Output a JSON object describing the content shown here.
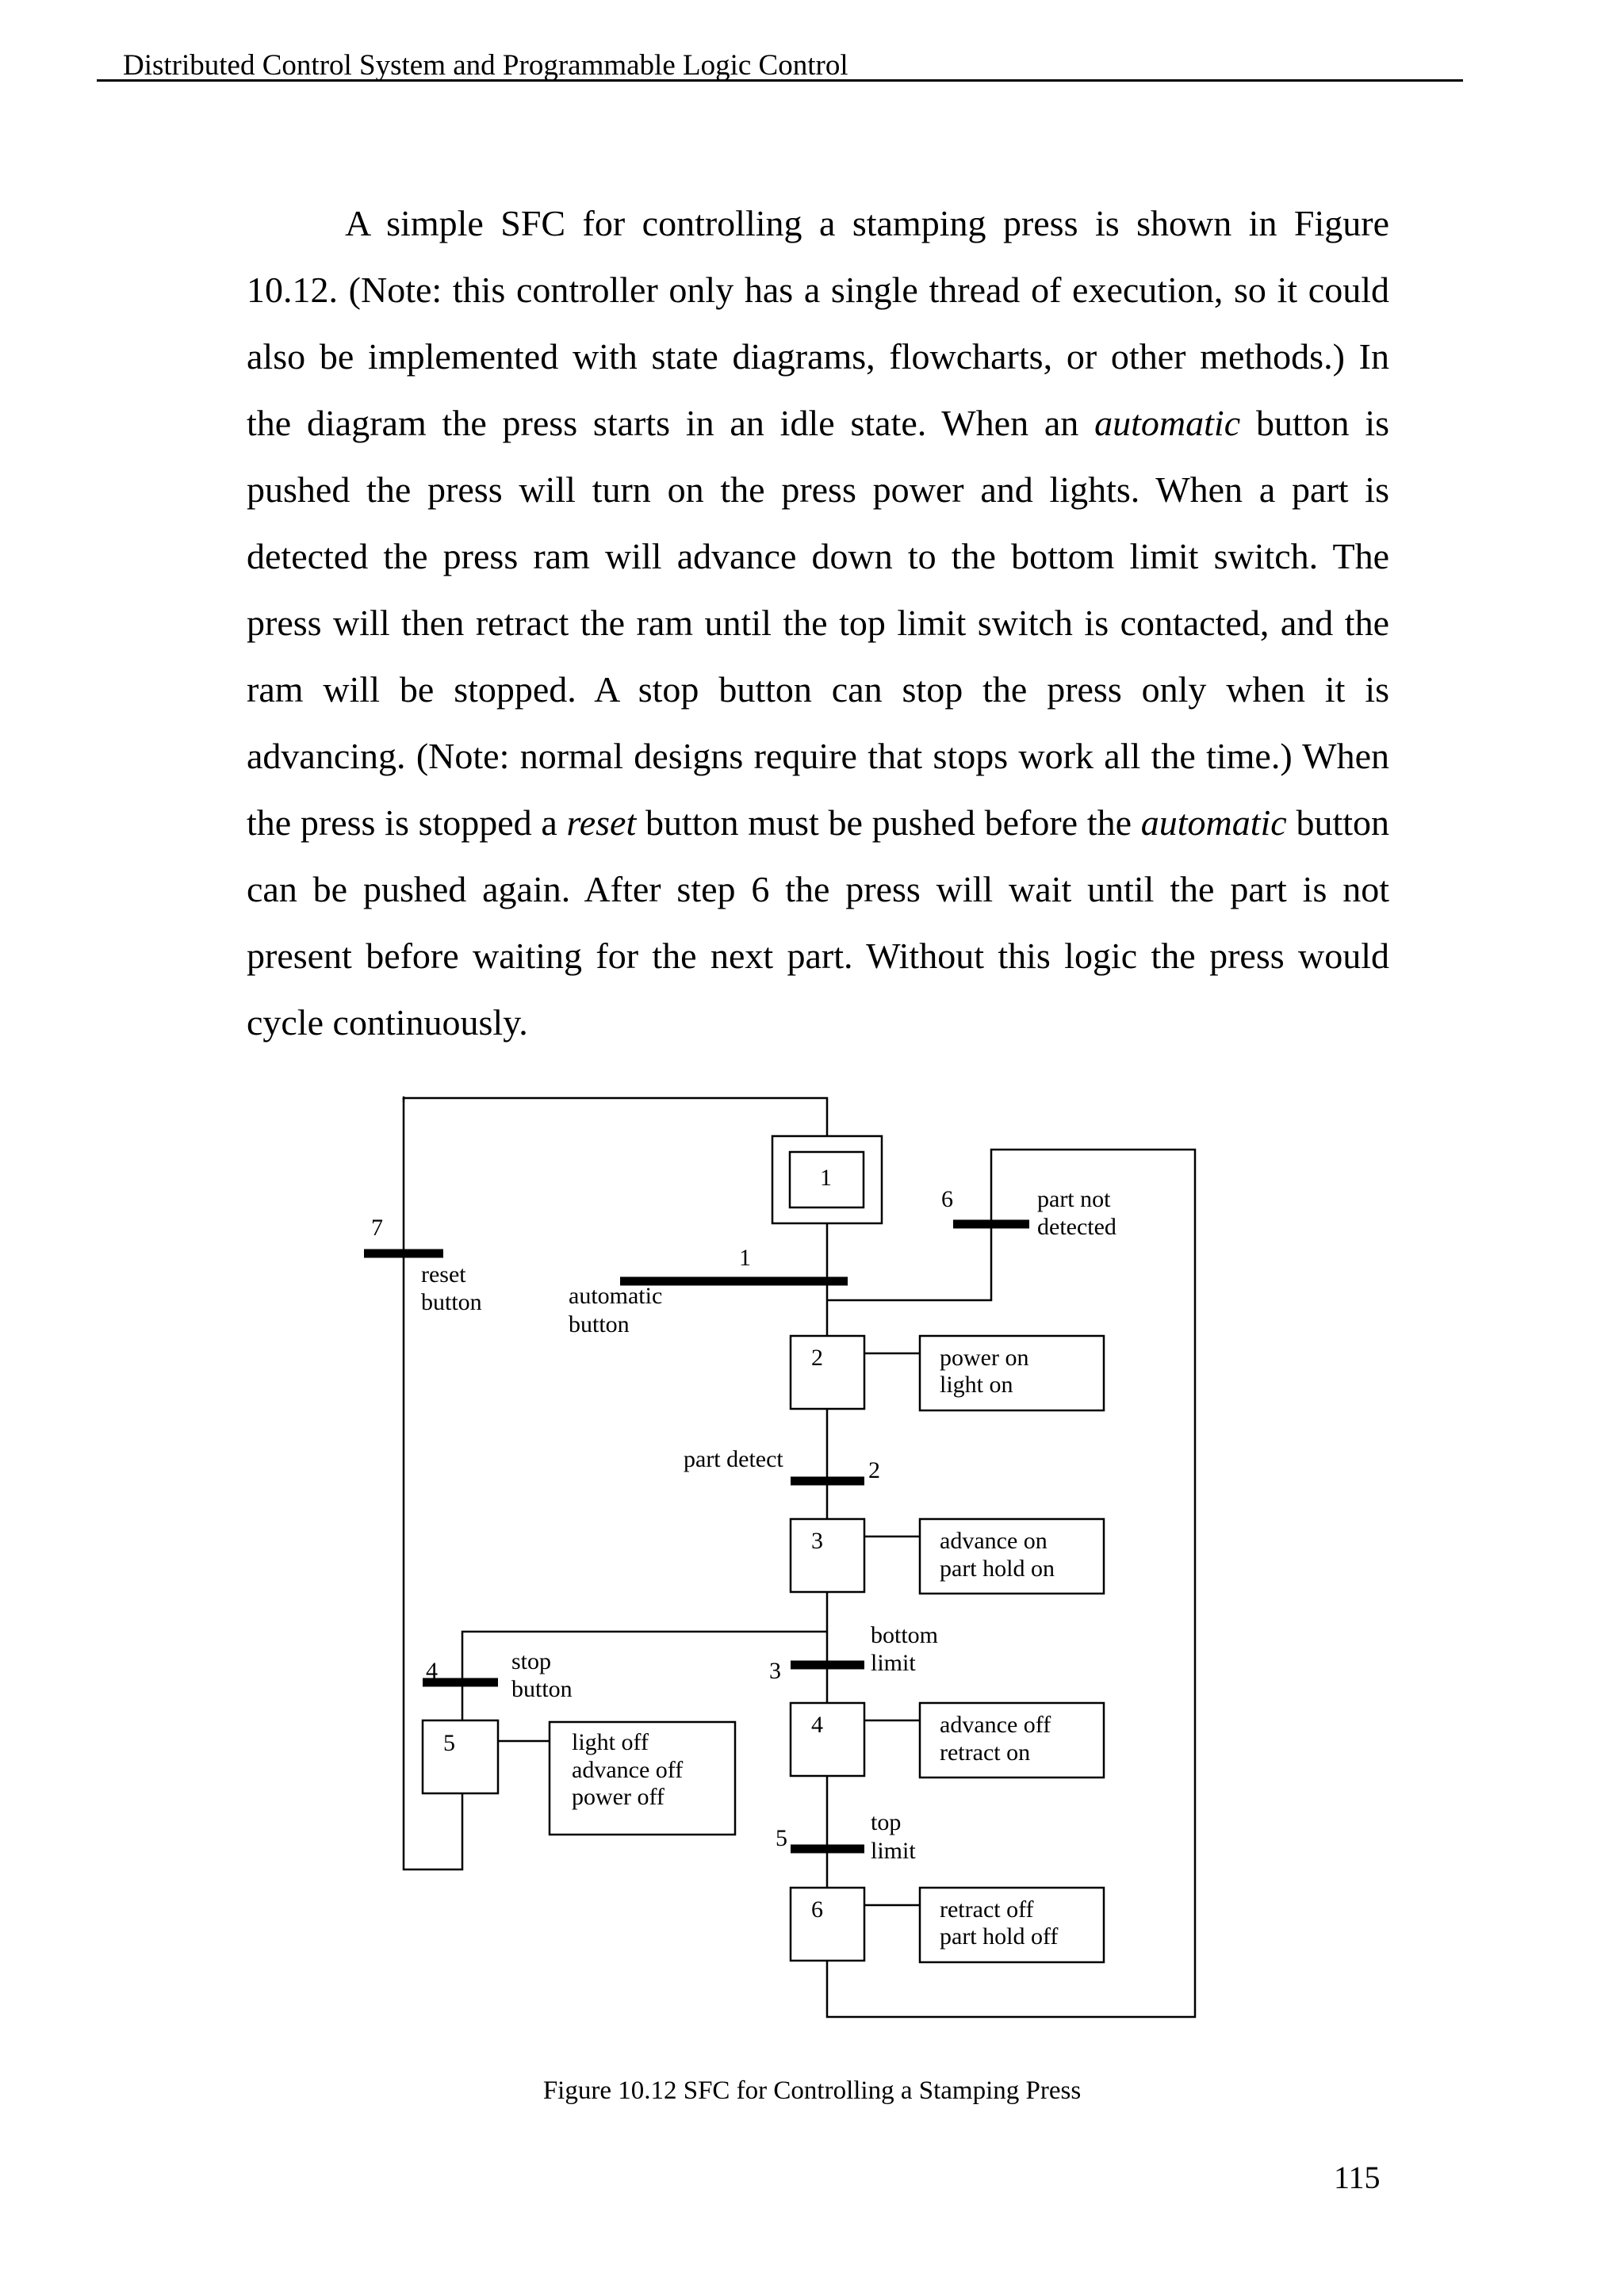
{
  "header": {
    "title": "Distributed Control System and Programmable Logic Control"
  },
  "body": {
    "seg1": "A simple SFC for controlling a stamping press is shown in Figure 10.12. (Note: this controller only has a single thread of execution, so it could also be implemented with state diagrams, flowcharts, or other methods.) In the diagram the press starts in an idle state. When an ",
    "em1": "automatic",
    "seg2": " button is pushed the press will turn on the press power and lights. When a part is detected the press ram will advance down to the bottom limit switch. The press will then retract the ram until the top limit switch is contacted, and the ram will be stopped. A stop button can stop the press only when it is advancing. (Note: normal designs require that stops work all the time.) When the press is stopped a ",
    "em2": "reset",
    "seg3": " button must be pushed before the ",
    "em3": "automatic",
    "seg4": " button can be pushed again. After step 6 the press will wait until the part is not present before waiting for the next part. Without this logic the press would cycle continuously."
  },
  "figure": {
    "steps": {
      "s1": "1",
      "s2": "2",
      "s3": "3",
      "s4": "4",
      "s5": "5",
      "s6": "6"
    },
    "transitions": {
      "t1": {
        "number": "1",
        "label_line1": "automatic",
        "label_line2": "button"
      },
      "t2": {
        "number": "2",
        "label": "part detect"
      },
      "t3": {
        "number": "3",
        "label_line1": "bottom",
        "label_line2": "limit"
      },
      "t4": {
        "number": "4",
        "label_line1": "stop",
        "label_line2": "button"
      },
      "t5": {
        "number": "5",
        "label_line1": "top",
        "label_line2": "limit"
      },
      "t6": {
        "number": "6",
        "label_line1": "part not",
        "label_line2": "detected"
      },
      "t7": {
        "number": "7",
        "label_line1": "reset",
        "label_line2": "button"
      }
    },
    "actions": {
      "a2": [
        "power on",
        "light on"
      ],
      "a3": [
        "advance on",
        "part hold on"
      ],
      "a4": [
        "advance off",
        "retract on"
      ],
      "a5": [
        "light off",
        "advance off",
        "power off"
      ],
      "a6": [
        "retract off",
        "part hold off"
      ]
    },
    "caption": "Figure 10.12 SFC for Controlling a Stamping Press"
  },
  "page_number": "115"
}
